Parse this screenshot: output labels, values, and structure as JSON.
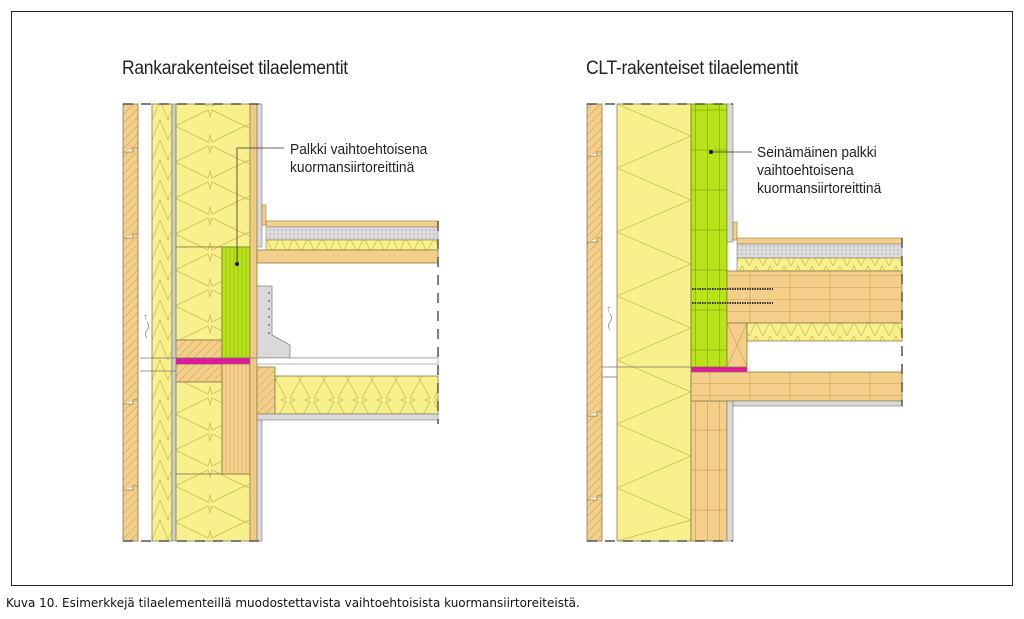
{
  "figure": {
    "left_panel": {
      "title": "Rankarakenteiset tilaelementit",
      "annotation_line1": "Palkki vaihtoehtoisena",
      "annotation_line2": "kuormansiirtoreittinä"
    },
    "right_panel": {
      "title": "CLT-rakenteiset tilaelementit",
      "annotation_line1": "Seinämäinen palkki",
      "annotation_line2": "vaihtoehtoisena",
      "annotation_line3": "kuormansiirtoreittinä"
    },
    "caption": "Kuva 10. Esimerkkejä tilaelementeillä muodostettavista vaihtoehtoisista kuormansiirtoreiteistä."
  },
  "colors": {
    "insulation": "#f7f08c",
    "timber": "#f3cf8a",
    "beam_green": "#b8e21a",
    "load_path_magenta": "#e0189e",
    "concrete_grey": "#d9d9d9",
    "outline": "#8a7a4a"
  }
}
